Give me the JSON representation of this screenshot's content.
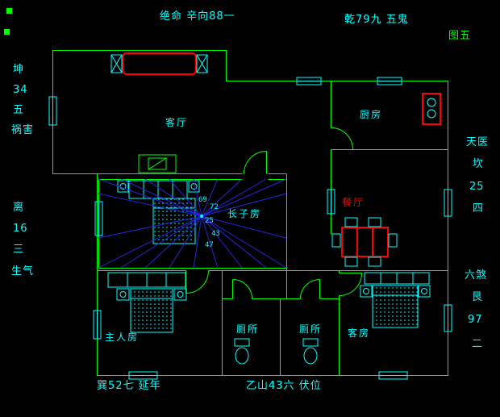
{
  "colors": {
    "background": "#000000",
    "walls": "#00ff00",
    "labels": "#00ffff",
    "highlight": "#ff0000",
    "star_lines": "#2424dd"
  },
  "figure_label": "图五",
  "annotations": {
    "top_left": "绝命 辛向88一",
    "top_right": "乾79九 五鬼",
    "bottom_left": "巽52七 延年",
    "bottom_right": "乙山43六 伏位",
    "left_upper": [
      "坤",
      "34",
      "五",
      "祸害"
    ],
    "left_lower": [
      "离",
      "16",
      "三",
      "生气"
    ],
    "right_upper": [
      "天医",
      "坎",
      "25",
      "四"
    ],
    "right_lower": [
      "六煞",
      "艮",
      "97",
      "二"
    ]
  },
  "rooms": {
    "living_room": "客厅",
    "kitchen": "厨房",
    "eldest_son_room": "长子房",
    "dining_room": "餐厅",
    "master_bedroom": "主人房",
    "toilet_1": "厕所",
    "toilet_2": "厕所",
    "guest_room": "客房"
  },
  "star_numbers": [
    "69",
    "72",
    "25",
    "43",
    "47"
  ]
}
